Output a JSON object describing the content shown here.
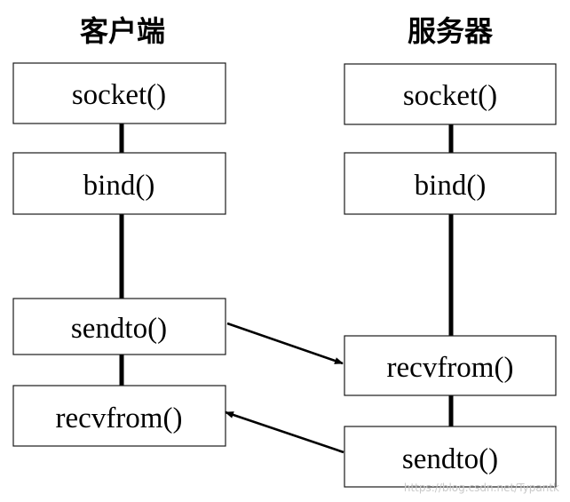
{
  "client": {
    "title": "客户端",
    "steps": [
      "socket()",
      "bind()",
      "sendto()",
      "recvfrom()"
    ]
  },
  "server": {
    "title": "服务器",
    "steps": [
      "socket()",
      "bind()",
      "recvfrom()",
      "sendto()"
    ]
  },
  "messages": [
    {
      "from": "client.sendto()",
      "to": "server.recvfrom()"
    },
    {
      "from": "server.sendto()",
      "to": "client.recvfrom()"
    }
  ],
  "watermark": "https://blog.csdn.net/Typantk"
}
